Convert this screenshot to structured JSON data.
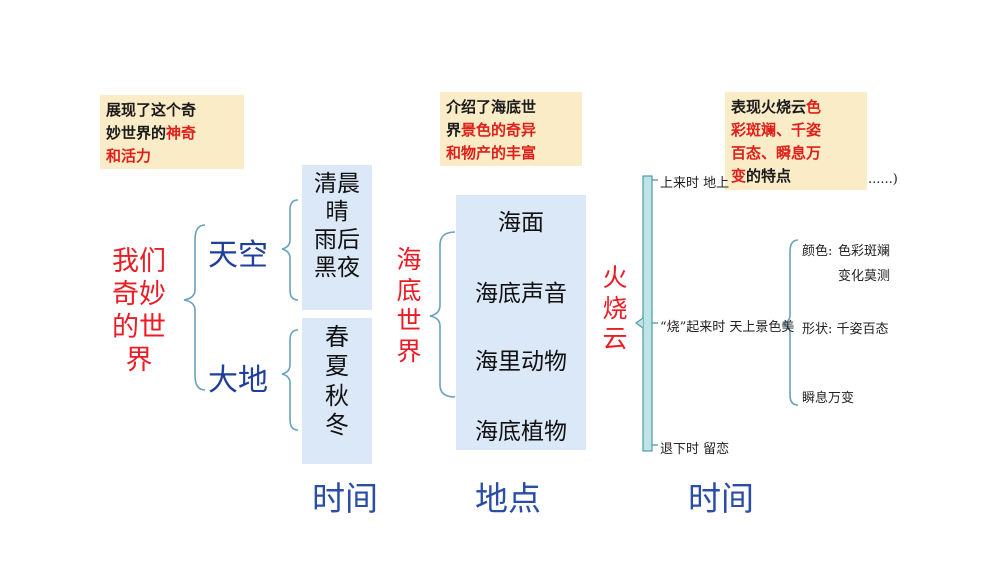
{
  "notes": {
    "note1": {
      "black": "展现了这个奇\n妙世界的",
      "red": "神奇\n和活力"
    },
    "note2": {
      "black1": "介绍了海底世\n界",
      "red": "景色的奇异\n和物产的丰富"
    },
    "note3": {
      "black1": "表现火烧云",
      "red": "色\n彩斑斓、千姿\n百态、瞬息万\n变",
      "black2": "的特点"
    }
  },
  "section1": {
    "root": "我们\n奇妙\n的世\n界",
    "sky": "天空",
    "earth": "大地",
    "sky_items": "清晨\n晴\n雨后\n黑夜",
    "earth_items": "春\n夏\n秋\n冬",
    "caption": "时间"
  },
  "section2": {
    "root": "海\n底\n世\n界",
    "items": [
      "海面",
      "海底声音",
      "海里动物",
      "海底植物"
    ],
    "caption": "地点"
  },
  "section3": {
    "root": "火\n烧\n云",
    "top_row": "上来时  地上",
    "top_row_tail": "......)",
    "middle_row": "“烧”起来时  天上景色美",
    "bottom_row": "退下时        留恋",
    "details": {
      "color_label": "颜色:",
      "color_1": "色彩斑斓",
      "color_2": "变化莫测",
      "shape": "形状:  千姿百态",
      "change": "瞬息万变"
    },
    "caption": "时间"
  }
}
